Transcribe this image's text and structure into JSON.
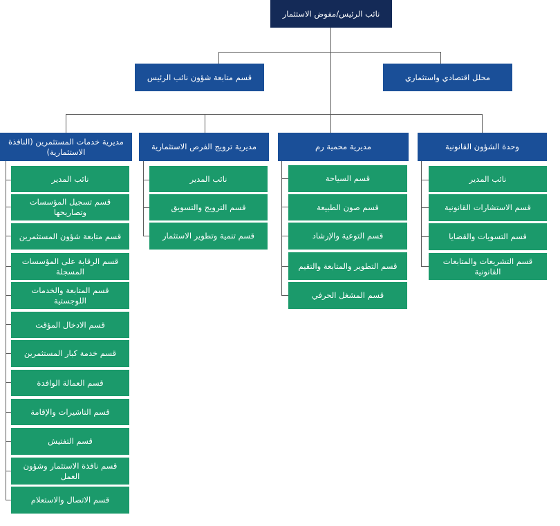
{
  "top": {
    "title": "نائب الرئيس/مفوض الاستثمار"
  },
  "assistants": {
    "left": "قسم متابعة شؤون نائب الرئيس",
    "right": "محلل اقتصادي واستثماري"
  },
  "directorates": [
    {
      "title": "مديرية خدمات المستثمرين (النافذة الاستثمارية)",
      "sections": [
        "نائب المدير",
        "قسم تسجيل المؤسسات وتصاريحها",
        "قسم متابعة شؤون المستثمرين",
        "قسم الرقابة على المؤسسات المسجلة",
        "قسم المتابعة والخدمات اللوجستية",
        "قسم الادخال المؤقت",
        "قسم خدمة كبار المستثمرين",
        "قسم العمالة الوافدة",
        "قسم التاشيرات والإقامة",
        "قسم التفتيش",
        "قسم نافذة الاستثمار وشؤون العمل",
        "قسم الاتصال والاستعلام"
      ]
    },
    {
      "title": "مديرية ترويج الفرص الاستثمارية",
      "sections": [
        "نائب المدير",
        "قسم الترويج والتسويق",
        "قسم تنمية وتطوير الاستثمار"
      ]
    },
    {
      "title": "مديرية محمية رم",
      "sections": [
        "قسم السياحة",
        "قسم صون الطبيعة",
        "قسم التوعية والإرشاد",
        "قسم التطوير والمتابعة والتقيم",
        "قسم المشغل الحرفي"
      ]
    },
    {
      "title": "وحدة الشؤون القانونية",
      "sections": [
        "نائب المدير",
        "قسم الاستشارات القانونية",
        "قسم التسويات والقضايا",
        "قسم التشريعات والمتابعات القانونية"
      ]
    }
  ],
  "colors": {
    "top_box": "#142a57",
    "directorate_box": "#1a4f98",
    "section_box": "#1b9a6b",
    "connector": "#5a5a5a"
  }
}
